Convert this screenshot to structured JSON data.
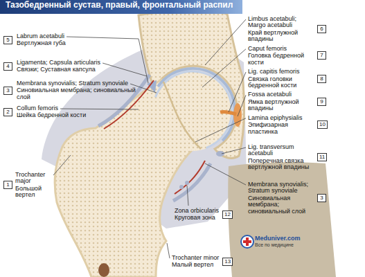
{
  "diagram": {
    "title": "Тазобедренный сустав, правый, фронтальный распил",
    "nodes": [
      {
        "text": [
          "5"
        ]
      },
      {
        "text": [
          "4"
        ]
      },
      {
        "text": [
          "3"
        ]
      },
      {
        "text": [
          "2"
        ]
      },
      {
        "text": [
          "1"
        ]
      },
      {
        "text": [
          "6"
        ]
      },
      {
        "text": [
          "7"
        ]
      },
      {
        "text": [
          "8"
        ]
      },
      {
        "text": [
          "9"
        ]
      },
      {
        "text": [
          "10"
        ]
      },
      {
        "text": [
          "11"
        ]
      },
      {
        "text": [
          "3"
        ]
      },
      {
        "text": [
          "12"
        ]
      },
      {
        "text": [
          "13"
        ]
      }
    ],
    "labels": [
      "Labrum acetabuli",
      "Вертлужная губа",
      "Ligamenta; Capsula articularis",
      "Связки; Суставная капсула",
      "Membrana synovialis; Stratum synoviale",
      "Синовиальная мембрана; синовиальный слой",
      "Collum femoris",
      "Шейка бедренной кости",
      "Trochanter major",
      "Большой вертел",
      "Limbus acetabuli; Margo acetabuli",
      "Край вертлужной впадины",
      "Caput femoris",
      "Головка бедренной кости",
      "Lig. capitis femoris",
      "Связка головки бедренной кости",
      "Fossa acetabuli",
      "Ямка вертлужной впадины",
      "Lamina epiphysialis",
      "Эпифизарная пластинка",
      "Lig. transversum acetabuli",
      "Поперечная связка вертлужной впадины",
      "Membrana synovialis; Stratum synoviale",
      "Синовиальная мембрана; синовиальный слой",
      "Zona orbicularis",
      "Круговая зона",
      "Trochanter minor",
      "Малый вертел",
      "Meduniver.com",
      "Все по медицине"
    ]
  }
}
